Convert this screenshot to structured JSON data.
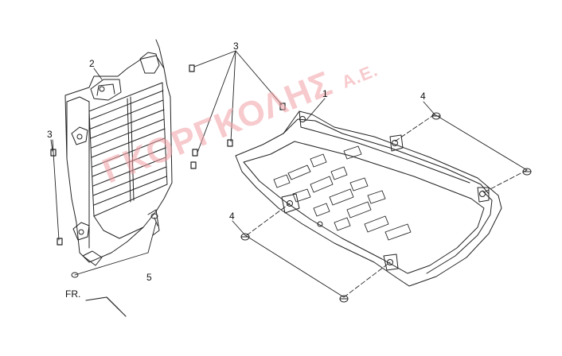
{
  "callouts": {
    "part_1": "1",
    "part_2": "2",
    "part_3_top": "3",
    "part_3_left": "3",
    "part_4_right": "4",
    "part_4_left": "4",
    "part_5": "5"
  },
  "direction_marker": "FR.",
  "watermark": {
    "main": "ΓΚΟΡΓΚΟΛΗΣ",
    "suffix": "Α.Ε."
  },
  "colors": {
    "line": "#222222",
    "watermark": "#f2a0a6"
  }
}
